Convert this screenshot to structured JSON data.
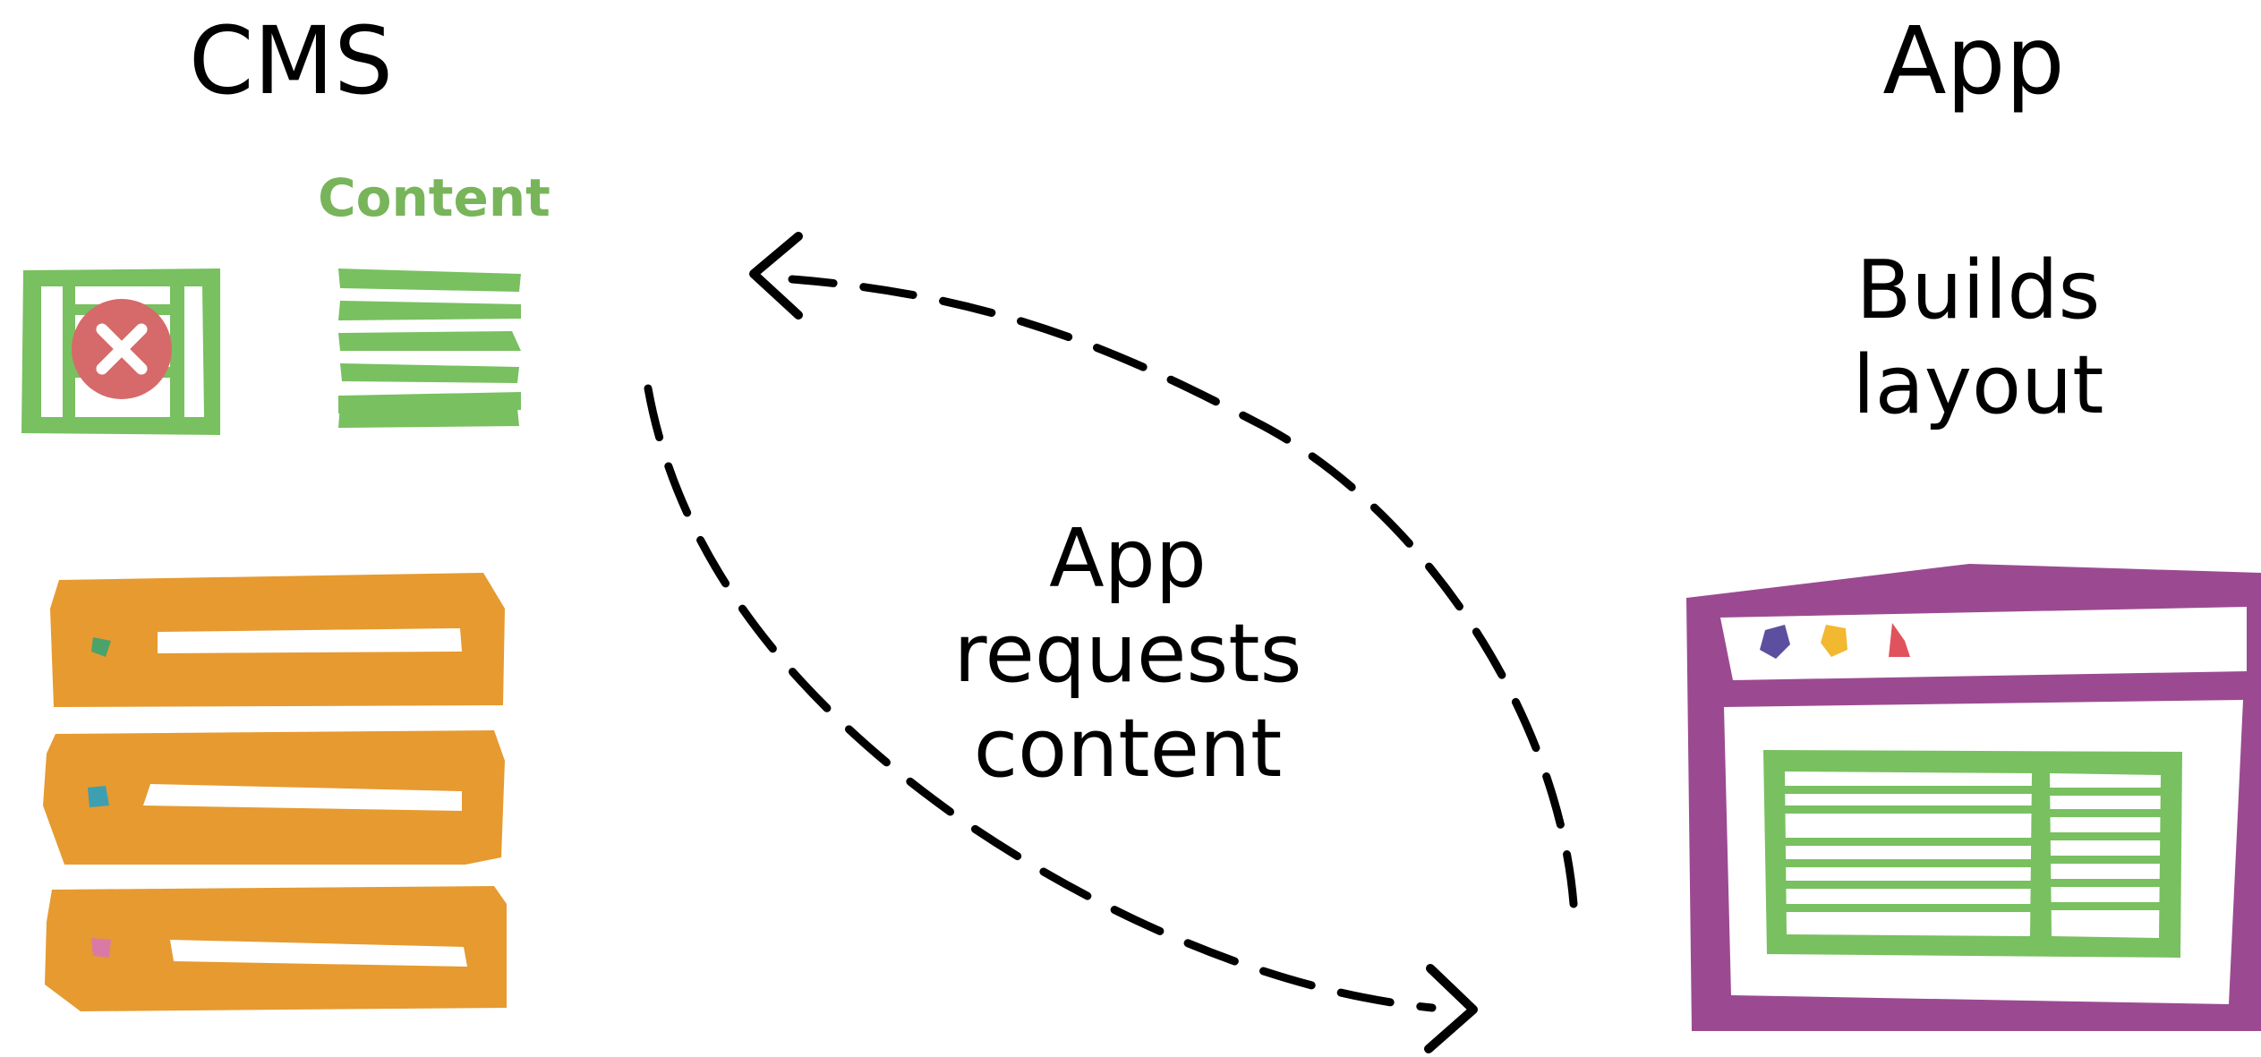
{
  "diagram": {
    "cms_title": "CMS",
    "app_title": "App",
    "content_caption": "Content",
    "app_builds_label": "Builds\nlayout",
    "request_label": "App\nrequests\ncontent",
    "colors": {
      "content_green": "#78c060",
      "content_caption_green": "#78b55a",
      "server_orange": "#e69a30",
      "browser_purple": "#9b4a92",
      "error_red": "#d66a6a",
      "arrow_black": "#000000"
    },
    "icons": [
      "layout-template-icon",
      "error-x-icon",
      "content-lines-icon",
      "server-stack-icon",
      "browser-window-icon",
      "request-arrow-icon",
      "response-arrow-icon"
    ]
  }
}
